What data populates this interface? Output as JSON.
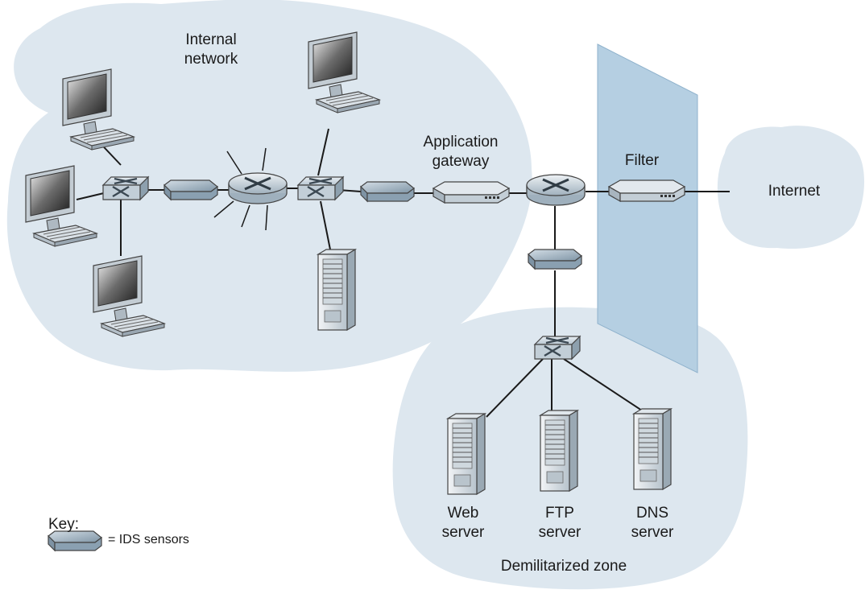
{
  "labels": {
    "internal_network": "Internal\nnetwork",
    "application_gateway": "Application\ngateway",
    "filter": "Filter",
    "internet": "Internet",
    "web_server": "Web\nserver",
    "ftp_server": "FTP\nserver",
    "dns_server": "DNS\nserver",
    "dmz": "Demilitarized zone"
  },
  "key": {
    "title": "Key:",
    "ids_legend": "= IDS sensors"
  },
  "colors": {
    "cloud": "#dde7ef",
    "filter_panel": "#b5cfe2",
    "filter_edge": "#8fb2cc",
    "device_dark": "#6f8596",
    "device_light": "#c9d4dd",
    "line": "#1a1a1a"
  }
}
